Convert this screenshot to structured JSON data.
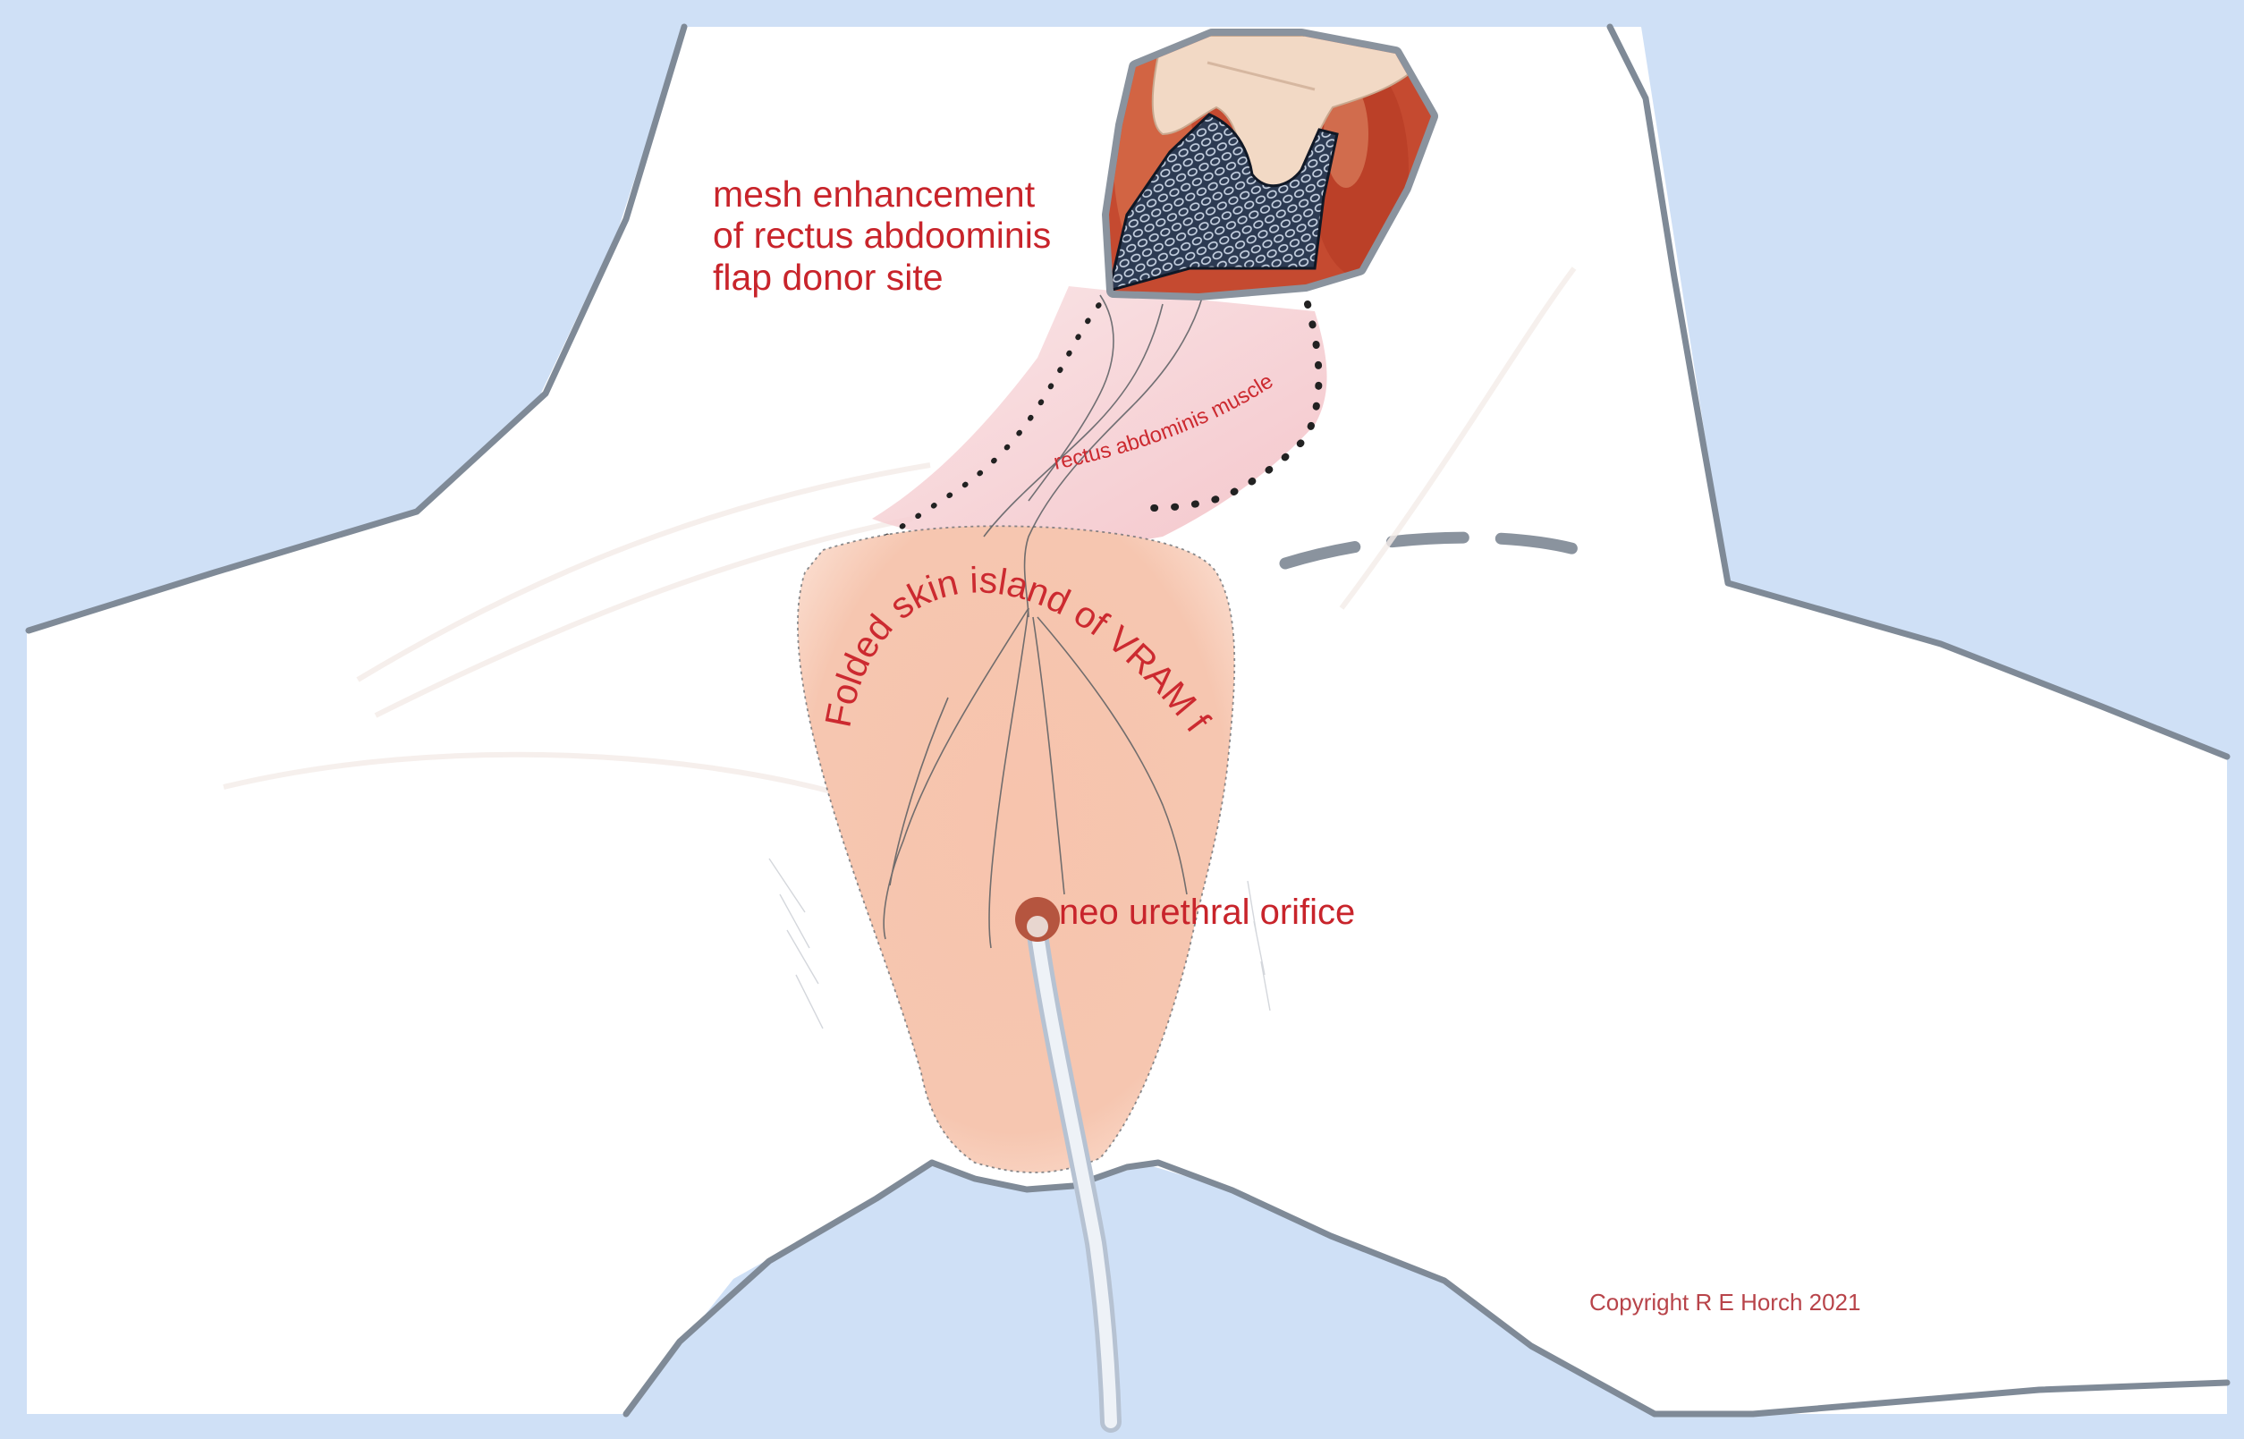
{
  "labels": {
    "mesh_line1": "mesh enhancement",
    "mesh_line2": "of rectus abdoominis",
    "mesh_line3": "flap donor site",
    "muscle": "rectus abdominis muscle",
    "skin_island": "Folded skin island of VRAM flap",
    "orifice": "neo urethral orifice",
    "copyright": "Copyright R E Horch 2021"
  },
  "colors": {
    "background": "#cfe0f6",
    "body": "#ffffff",
    "outline": "#7f8a97",
    "flap_skin": "#f6c2aa",
    "muscle": "#f5c9cd",
    "label_red": "#c8242b",
    "mesh": "#2d3d57",
    "tissue": "#c0452d",
    "catheter": "#e8edf4"
  },
  "icons": [
    "surgeon-hand-icon",
    "surgical-mesh-icon",
    "catheter-icon",
    "urethral-orifice-icon"
  ]
}
